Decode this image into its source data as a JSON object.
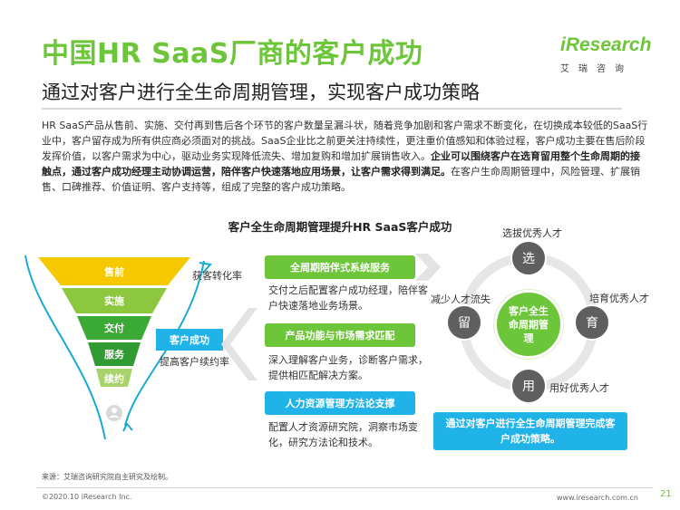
{
  "header": {
    "title": "中国HR SaaS厂商的客户成功",
    "subtitle": "通过对客户进行全生命周期管理，实现客户成功策略",
    "logo_brand": "iResearch",
    "logo_cn": "艾瑞咨询"
  },
  "intro": {
    "p1": "HR SaaS产品从售前、实施、交付再到售后各个环节的客户数量呈漏斗状，随着竞争加剧和客户需求不断变化，在切换成本较低的SaaS行业中，客户留存成为所有供应商必须面对的挑战。SaaS企业比之前更关注持续性，更注重价值感知和体验过程，客户成功主要在售后阶段发挥价值，以客户需求为中心，驱动业务实现降低流失、增加复购和增加扩展销售收入。",
    "p2_bold": "企业可以围绕客户在选育留用整个生命周期的接触点，通过客户成功经理主动协调运营，陪伴客户快速落地应用场景，让客户需求得到满足。",
    "p2_rest": "在客户生命周期管理中，风险管理、扩展销售、口碑推荐、价值证明、客户支持等，组成了完整的客户成功策略。"
  },
  "diagram": {
    "title": "客户全生命周期管理提升HR SaaS客户成功",
    "funnel": {
      "stages": [
        "售前",
        "实施",
        "交付",
        "服务",
        "续约"
      ],
      "label_conversion": "获客转化率",
      "badge": "客户成功",
      "label_renewal": "提高客户续约率"
    },
    "services": [
      {
        "title": "全周期陪伴式系统服务",
        "desc": "交付之后配置客户成功经理，陪伴客户快速落地业务场景。"
      },
      {
        "title": "产品功能与市场需求匹配",
        "desc": "深入理解客户业务，诊断客户需求，提供相匹配解决方案。"
      },
      {
        "title": "人力资源管理方法论支撑",
        "desc": "配置人才资源研究院，洞察市场变化，研究方法论和技术。"
      }
    ],
    "cycle": {
      "center": "客户全生命周期管理",
      "nodes": [
        {
          "char": "选",
          "label": "选拔优秀人才"
        },
        {
          "char": "育",
          "label": "培育优秀人才"
        },
        {
          "char": "用",
          "label": "用好优秀人才"
        },
        {
          "char": "留",
          "label": "减少人才流失"
        }
      ]
    },
    "conclusion": "通过对客户进行全生命周期管理完成客户成功策略。"
  },
  "footer": {
    "source": "来源：艾瑞咨询研究院自主研究及绘制。",
    "copyright": "©2020.10 iResearch Inc.",
    "website": "www.iresearch.com.cn",
    "page": "21"
  },
  "colors": {
    "green": "#6dc53a",
    "blue": "#1fb3e8",
    "funnel_yellow": "#f5c800",
    "gray": "#5f5f5f"
  }
}
